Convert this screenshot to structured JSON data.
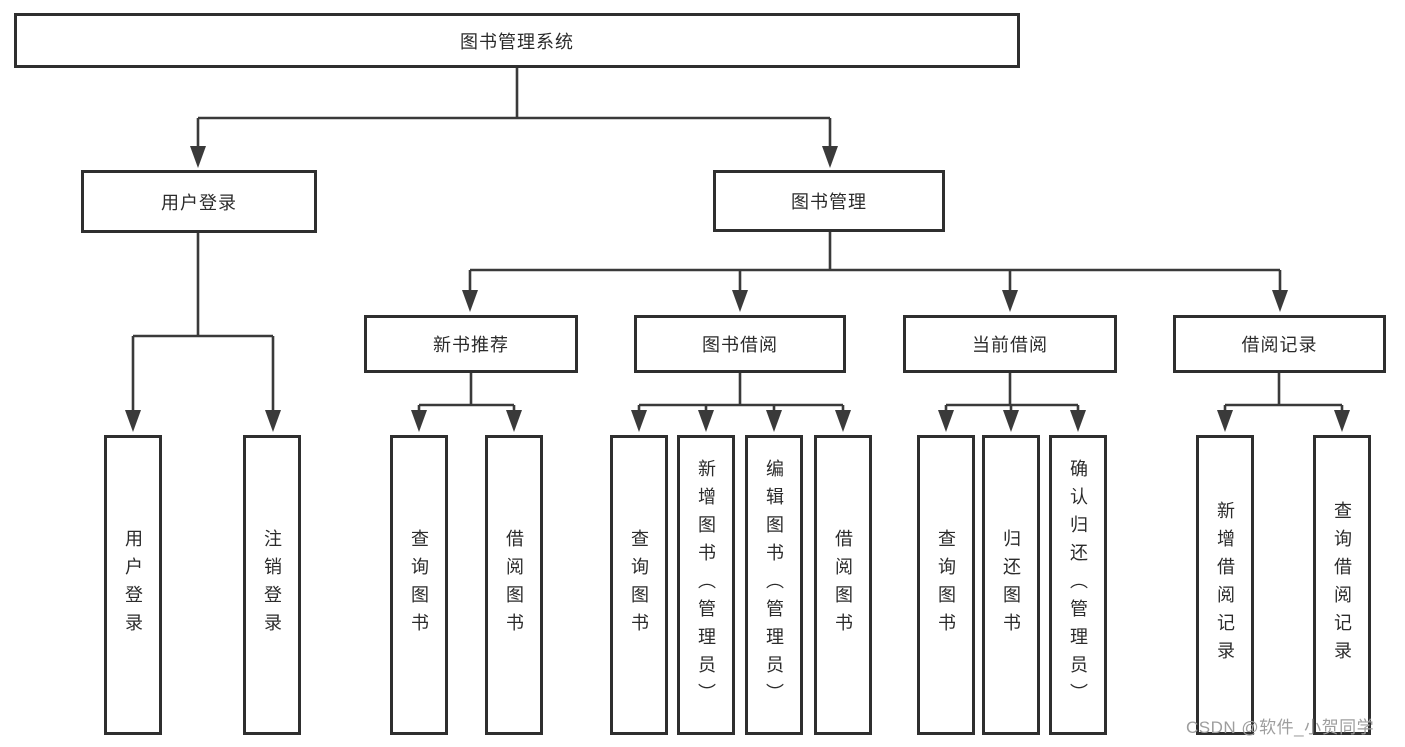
{
  "diagram": {
    "root": {
      "label": "图书管理系统"
    },
    "branches": [
      {
        "label": "用户登录",
        "children": [
          {
            "label": "用户登录"
          },
          {
            "label": "注销登录"
          }
        ]
      },
      {
        "label": "图书管理",
        "children": [
          {
            "label": "新书推荐",
            "children": [
              {
                "label": "查询图书"
              },
              {
                "label": "借阅图书"
              }
            ]
          },
          {
            "label": "图书借阅",
            "children": [
              {
                "label": "查询图书"
              },
              {
                "label": "新增图书（管理员）"
              },
              {
                "label": "编辑图书（管理员）"
              },
              {
                "label": "借阅图书"
              }
            ]
          },
          {
            "label": "当前借阅",
            "children": [
              {
                "label": "查询图书"
              },
              {
                "label": "归还图书"
              },
              {
                "label": "确认归还（管理员）"
              }
            ]
          },
          {
            "label": "借阅记录",
            "children": [
              {
                "label": "新增借阅记录"
              },
              {
                "label": "查询借阅记录"
              }
            ]
          }
        ]
      }
    ],
    "watermark": "CSDN @软件_小贺同学",
    "colors": {
      "line": "#3a3a3a",
      "border": "#2f2f2f",
      "fill": "#ffffff",
      "text": "#2b2b2b",
      "watermark": "#9e9e9e"
    }
  }
}
